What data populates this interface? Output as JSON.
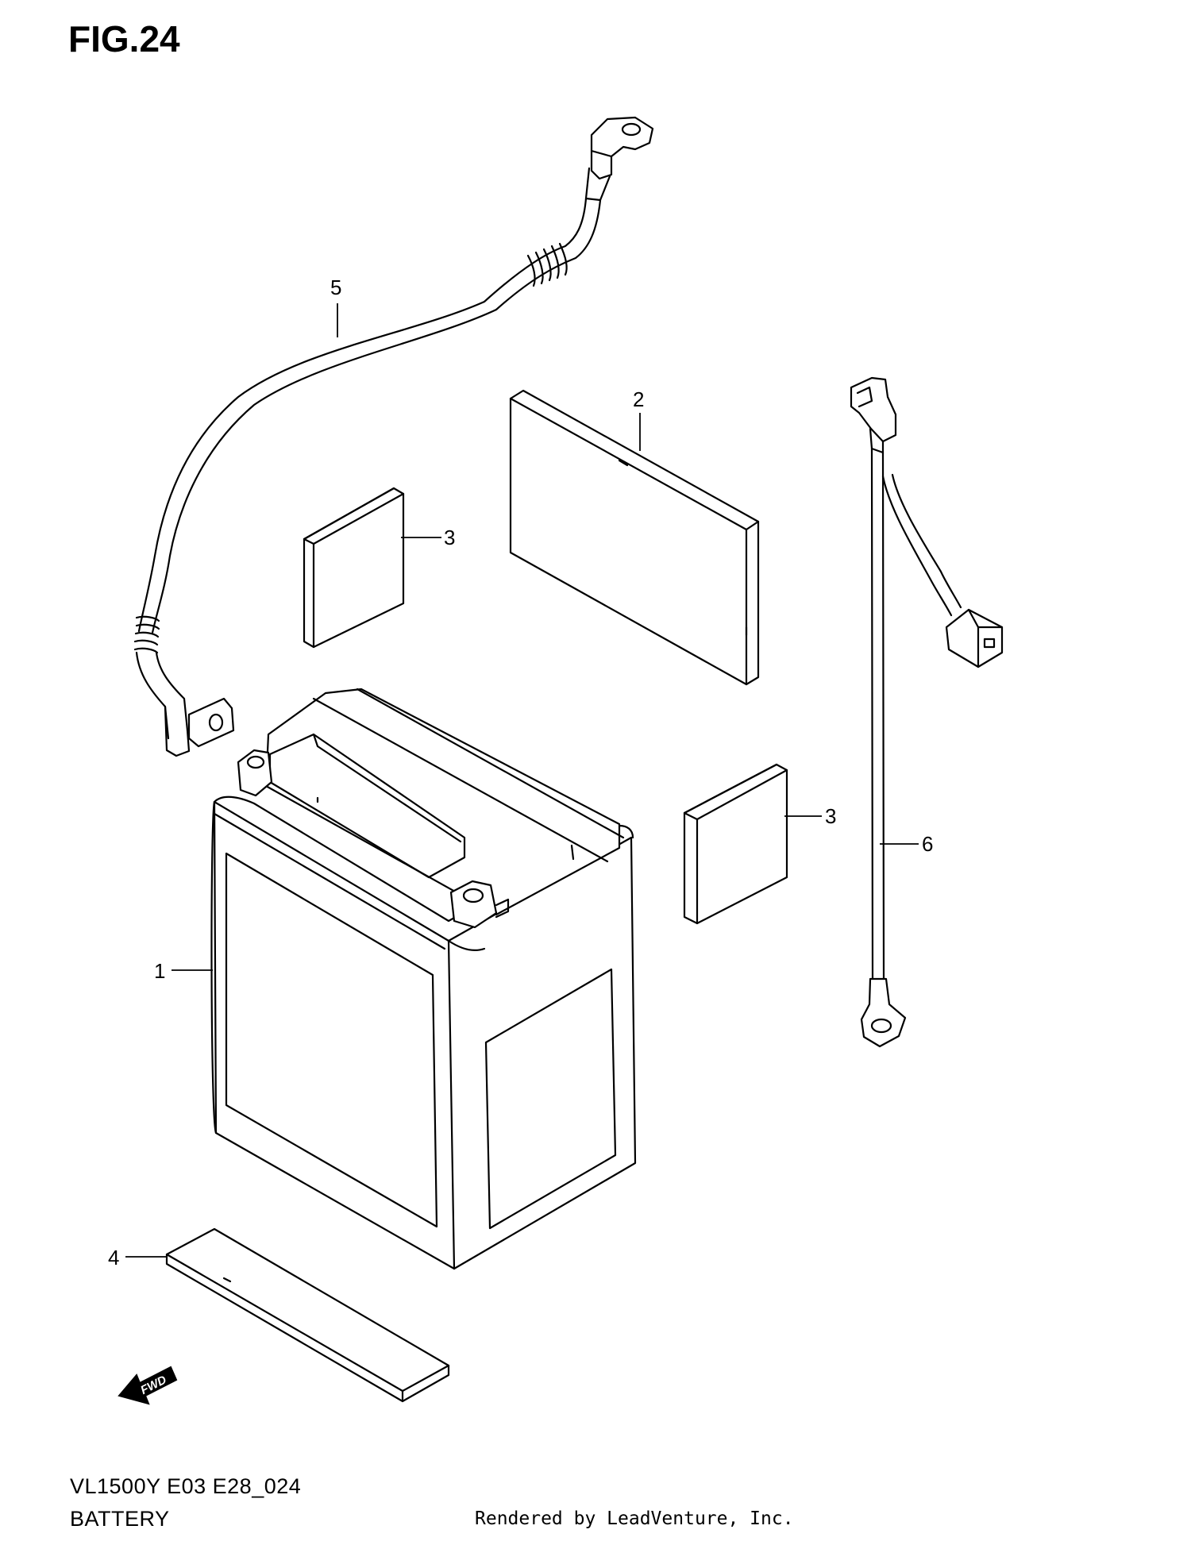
{
  "figure": {
    "title": "FIG.24"
  },
  "callouts": [
    {
      "id": "1",
      "label": "1"
    },
    {
      "id": "2",
      "label": "2"
    },
    {
      "id": "3a",
      "label": "3"
    },
    {
      "id": "3b",
      "label": "3"
    },
    {
      "id": "4",
      "label": "4"
    },
    {
      "id": "5",
      "label": "5"
    },
    {
      "id": "6",
      "label": "6"
    }
  ],
  "direction_marker": {
    "label": "FWD"
  },
  "footer": {
    "model_code": "VL1500Y E03 E28_024",
    "section_name": "BATTERY",
    "credit": "Rendered by LeadVenture, Inc."
  }
}
